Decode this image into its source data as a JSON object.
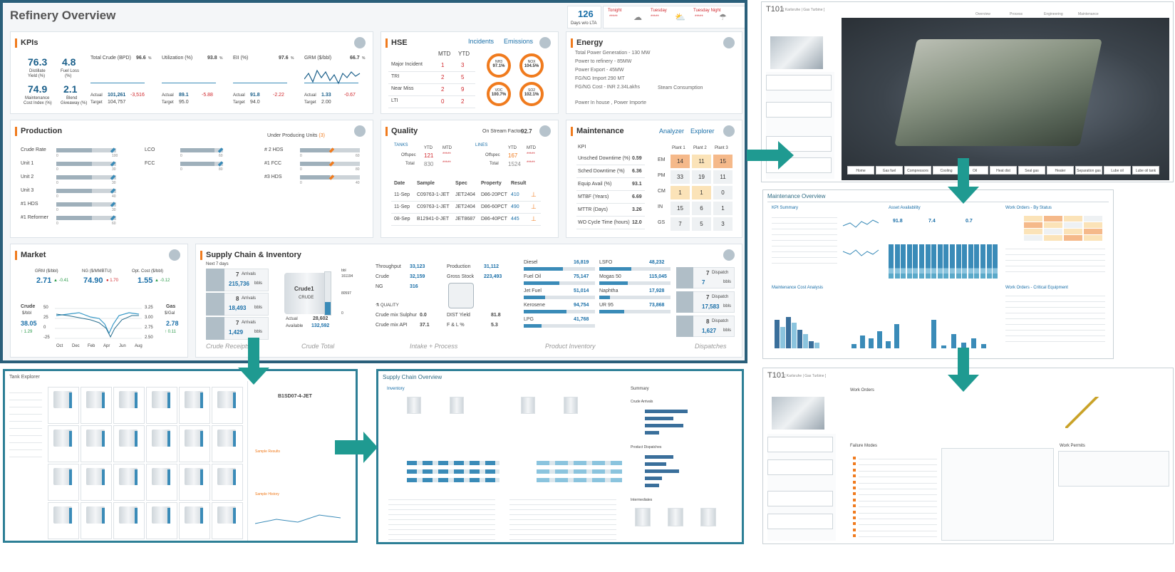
{
  "main": {
    "title": "Refinery Overview",
    "days_value": "126",
    "days_label": "Days w/o LTA",
    "forecast": [
      {
        "label": "Tonight",
        "stars": "*****"
      },
      {
        "label": "Tuesday",
        "stars": "*****"
      },
      {
        "label": "Tuesday Night",
        "stars": "*****"
      }
    ]
  },
  "kpis": {
    "title": "KPIs",
    "tiles": [
      {
        "value": "76.3",
        "label1": "Distillate",
        "label2": "Yield (%)"
      },
      {
        "value": "4.8",
        "label1": "Fuel Loss",
        "label2": "(%)"
      },
      {
        "value": "74.9",
        "label1": "Maintenance",
        "label2": "Cost Index (%)"
      },
      {
        "value": "2.1",
        "label1": "Blend",
        "label2": "Giveaway (%)"
      }
    ],
    "metrics": [
      {
        "name": "Total Crude (BPD)",
        "pct": "96.6",
        "actual": "101,261",
        "delta": "-3,516",
        "target": "104,757"
      },
      {
        "name": "Utilization (%)",
        "pct": "93.8",
        "actual": "89.1",
        "delta": "-5.88",
        "target": "95.0"
      },
      {
        "name": "EII (%)",
        "pct": "97.6",
        "actual": "91.8",
        "delta": "-2.22",
        "target": "94.0"
      },
      {
        "name": "GRM ($/bbl)",
        "pct": "66.7",
        "actual": "1.33",
        "delta": "-0.67",
        "target": "2.00"
      }
    ],
    "actual_label": "Actual",
    "target_label": "Target",
    "pct_sign": "%"
  },
  "hse": {
    "title": "HSE",
    "incidents": "Incidents",
    "emissions": "Emissions",
    "col_mtd": "MTD",
    "col_ytd": "YTD",
    "rows": [
      {
        "name": "Major Incident",
        "mtd": "1",
        "ytd": "3"
      },
      {
        "name": "TRI",
        "mtd": "2",
        "ytd": "5"
      },
      {
        "name": "Near Miss",
        "mtd": "2",
        "ytd": "9"
      },
      {
        "name": "LTI",
        "mtd": "0",
        "ytd": "2"
      }
    ],
    "gauges": [
      {
        "name": "NH3",
        "value": "97.1%"
      },
      {
        "name": "NOX",
        "value": "104.5%"
      },
      {
        "name": "VOC",
        "value": "100.7%"
      },
      {
        "name": "SO2",
        "value": "102.1%"
      }
    ]
  },
  "energy": {
    "title": "Energy",
    "lines": [
      "Total Power Generation - 130 MW",
      "Power to refinery - 85MW",
      "Power Export - 45MW",
      "FG/NG Import 290 MT",
      "FG/NG Cost - INR 2.34Lakhs",
      "Power In house , Power Importe"
    ],
    "steam": "Steam Consumption"
  },
  "production": {
    "title": "Production",
    "under": "Under Producing Units",
    "under_count": "(3)",
    "left": [
      {
        "name": "Crude Rate",
        "max": "100"
      },
      {
        "name": "Unit 1",
        "max": "30"
      },
      {
        "name": "Unit 2",
        "max": "30"
      },
      {
        "name": "Unit 3",
        "max": "40"
      },
      {
        "name": "#1 HDS",
        "max": "30"
      },
      {
        "name": "#1 Reformer",
        "max": "60"
      }
    ],
    "mid": [
      {
        "name": "LCO",
        "max": "60"
      },
      {
        "name": "FCC",
        "max": "80"
      }
    ],
    "right": [
      {
        "name": "# 2 HDS",
        "max": "60"
      },
      {
        "name": "#1 FCC",
        "max": "80"
      },
      {
        "name": "#3 HDS",
        "max": "40"
      }
    ]
  },
  "quality": {
    "title": "Quality",
    "osf_label": "On Stream Factor",
    "osf": "92.7",
    "tanks": {
      "label": "TANKS",
      "ytd": "YTD",
      "mtd": "MTD",
      "offspec_label": "Offspec",
      "offspec": "121",
      "offspec_mtd": "*****",
      "total_label": "Total",
      "total": "830",
      "total_mtd": "*****"
    },
    "lines": {
      "label": "LINES",
      "ytd": "YTD",
      "mtd": "MTD",
      "offspec_label": "Offspec",
      "offspec": "167",
      "offspec_mtd": "*****",
      "total_label": "Total",
      "total": "1524",
      "total_mtd": "*****"
    },
    "headers": [
      "Date",
      "Sample",
      "Spec",
      "Property",
      "Result"
    ],
    "rows": [
      [
        "11-Sep",
        "C09763-1-JET",
        "JET2404",
        "D86-20PCT",
        "410"
      ],
      [
        "11-Sep",
        "C09763-1-JET",
        "JET2404",
        "D86-60PCT",
        "490"
      ],
      [
        "08-Sep",
        "B12941-0-JET",
        "JET8687",
        "D86-40PCT",
        "445"
      ]
    ]
  },
  "maintenance": {
    "title": "Maintenance",
    "analyzer": "Analyzer",
    "explorer": "Explorer",
    "kpi": "KPI",
    "kpis": [
      {
        "name": "Unsched Downtime (%)",
        "value": "0.59"
      },
      {
        "name": "Sched Downtime (%)",
        "value": "6.36"
      },
      {
        "name": "Equip Avail (%)",
        "value": "93.1"
      },
      {
        "name": "MTBF (Years)",
        "value": "6.69"
      },
      {
        "name": "MTTR (Days)",
        "value": "3.26"
      },
      {
        "name": "WO Cycle Time (hours)",
        "value": "12.0"
      }
    ],
    "plants": [
      "Plant 1",
      "Plant 2",
      "Plant 3"
    ],
    "grid": [
      {
        "row": "EM",
        "vals": [
          "14",
          "11",
          "15"
        ]
      },
      {
        "row": "PM",
        "vals": [
          "33",
          "19",
          "11"
        ]
      },
      {
        "row": "CM",
        "vals": [
          "1",
          "1",
          "0"
        ]
      },
      {
        "row": "IN",
        "vals": [
          "15",
          "6",
          "1"
        ]
      },
      {
        "row": "GS",
        "vals": [
          "7",
          "5",
          "3"
        ]
      }
    ]
  },
  "market": {
    "title": "Market",
    "grm_label": "GRM ($/bbl)",
    "grm": "2.71",
    "grm_delta": "-0.41",
    "ng_label": "NG ($/MMBTU)",
    "ng": "74.90",
    "ng_delta": "1.70",
    "opt_label": "Opt. Cost ($/bbl)",
    "opt": "1.55",
    "opt_delta": "-0.12",
    "crude_label": "Crude",
    "crude_unit": "$/bbl",
    "crude_val": "38.05",
    "crude_delta": "1.29",
    "gas_label": "Gas",
    "gas_unit": "$/Gal",
    "gas_val": "2.78",
    "gas_delta": "0.11",
    "months": [
      "Oct",
      "Dec",
      "Feb",
      "Apr",
      "Jun",
      "Aug"
    ],
    "y_left": [
      "50",
      "25",
      "0",
      "-25"
    ],
    "y_right": [
      "3.25",
      "3.00",
      "2.75",
      "2.50"
    ]
  },
  "supply": {
    "title": "Supply Chain & Inventory",
    "next": "Next 7 days",
    "receipts": [
      {
        "count": "7",
        "label": "Arrivals",
        "value": "215,736",
        "unit": "bbls"
      },
      {
        "count": "8",
        "label": "Arrivals",
        "value": "18,493",
        "unit": "bbls"
      },
      {
        "count": "7",
        "label": "Arrivals",
        "value": "1,429",
        "unit": "bbls"
      }
    ],
    "tank": {
      "name": "Crude1",
      "sub": "CRUDE",
      "actual_label": "Actual",
      "actual": "28,602",
      "avail_label": "Available",
      "avail": "132,592",
      "scale1": "161194",
      "scale2": "80597",
      "scale3": "0",
      "unit": "bbl"
    },
    "intake": [
      {
        "name": "Throughput",
        "value": "33,123"
      },
      {
        "name": "Crude",
        "value": "32,159"
      },
      {
        "name": "NG",
        "value": "316"
      }
    ],
    "quality_label": "QUALITY",
    "sulphur_label": "Crude mix Sulphur",
    "sulphur": "0.0",
    "api_label": "Crude mix API",
    "api": "37.1",
    "process": [
      {
        "name": "Production",
        "value": "31,112"
      },
      {
        "name": "Gross Stock",
        "value": "223,493"
      }
    ],
    "dist_label": "DIST Yield",
    "dist": "81.8",
    "fl_label": "F & L %",
    "fl": "5.3",
    "products_left": [
      {
        "name": "Diesel",
        "value": "16,819",
        "fill": 0.55
      },
      {
        "name": "Fuel Oil",
        "value": "75,147",
        "fill": 0.5
      },
      {
        "name": "Jet Fuel",
        "value": "51,014",
        "fill": 0.3
      },
      {
        "name": "Kerosene",
        "value": "94,754",
        "fill": 0.6
      },
      {
        "name": "LPG",
        "value": "41,768",
        "fill": 0.25
      }
    ],
    "products_right": [
      {
        "name": "LSFO",
        "value": "48,232",
        "fill": 0.45
      },
      {
        "name": "Mogas 50",
        "value": "115,045",
        "fill": 0.4
      },
      {
        "name": "Naphtha",
        "value": "17,928",
        "fill": 0.15
      },
      {
        "name": "UR 95",
        "value": "73,868",
        "fill": 0.35
      }
    ],
    "dispatches": [
      {
        "count": "7",
        "label": "Dispatch",
        "value": "7",
        "unit": "bbls"
      },
      {
        "count": "7",
        "label": "Dispatch",
        "value": "17,583",
        "unit": "bbls"
      },
      {
        "count": "8",
        "label": "Dispatch",
        "value": "1,627",
        "unit": "bbls"
      }
    ],
    "steps": [
      "Crude Receipts",
      "Crude Total",
      "Intake + Process",
      "Product Inventory",
      "Dispatches"
    ]
  },
  "t101": {
    "title": "T101",
    "subtitle": "[ Karlsruhe | Gas Turbine ]",
    "tabs": [
      "Overview",
      "Process",
      "Engineering",
      "Maintenance"
    ],
    "buttons": [
      "Home",
      "Gas fuel",
      "Compressors",
      "Cooling",
      "Oil",
      "Heat dist",
      "Seal gas",
      "Heater",
      "Separation gas",
      "Lube oil",
      "Lube oil tank"
    ]
  },
  "mo": {
    "title": "Maintenance Overview",
    "kpi": "KPI Summary",
    "asset": "Asset Availability",
    "wo": "Work Orders - By Status",
    "cost": "Maintenance Cost Analysis",
    "crit": "Work Orders - Critical Equipment",
    "asset_vals": [
      "91.8",
      "7.4",
      "0.7"
    ]
  },
  "tank": {
    "title": "Tank Explorer",
    "sel": "B1SD07-4-JET",
    "sample": "Sample Results",
    "history": "Sample History"
  },
  "sco": {
    "title": "Supply Chain Overview",
    "inv": "Inventory",
    "sum": "Summary",
    "crude_arr": "Crude Arrivals",
    "prod_disp": "Product Dispatches",
    "inter": "Intermediates"
  },
  "t101m": {
    "title": "T101",
    "subtitle": "[ Karlsruhe | Gas Turbine ]",
    "wo": "Work Orders",
    "fm": "Failure Modes",
    "wp": "Work Permits"
  }
}
